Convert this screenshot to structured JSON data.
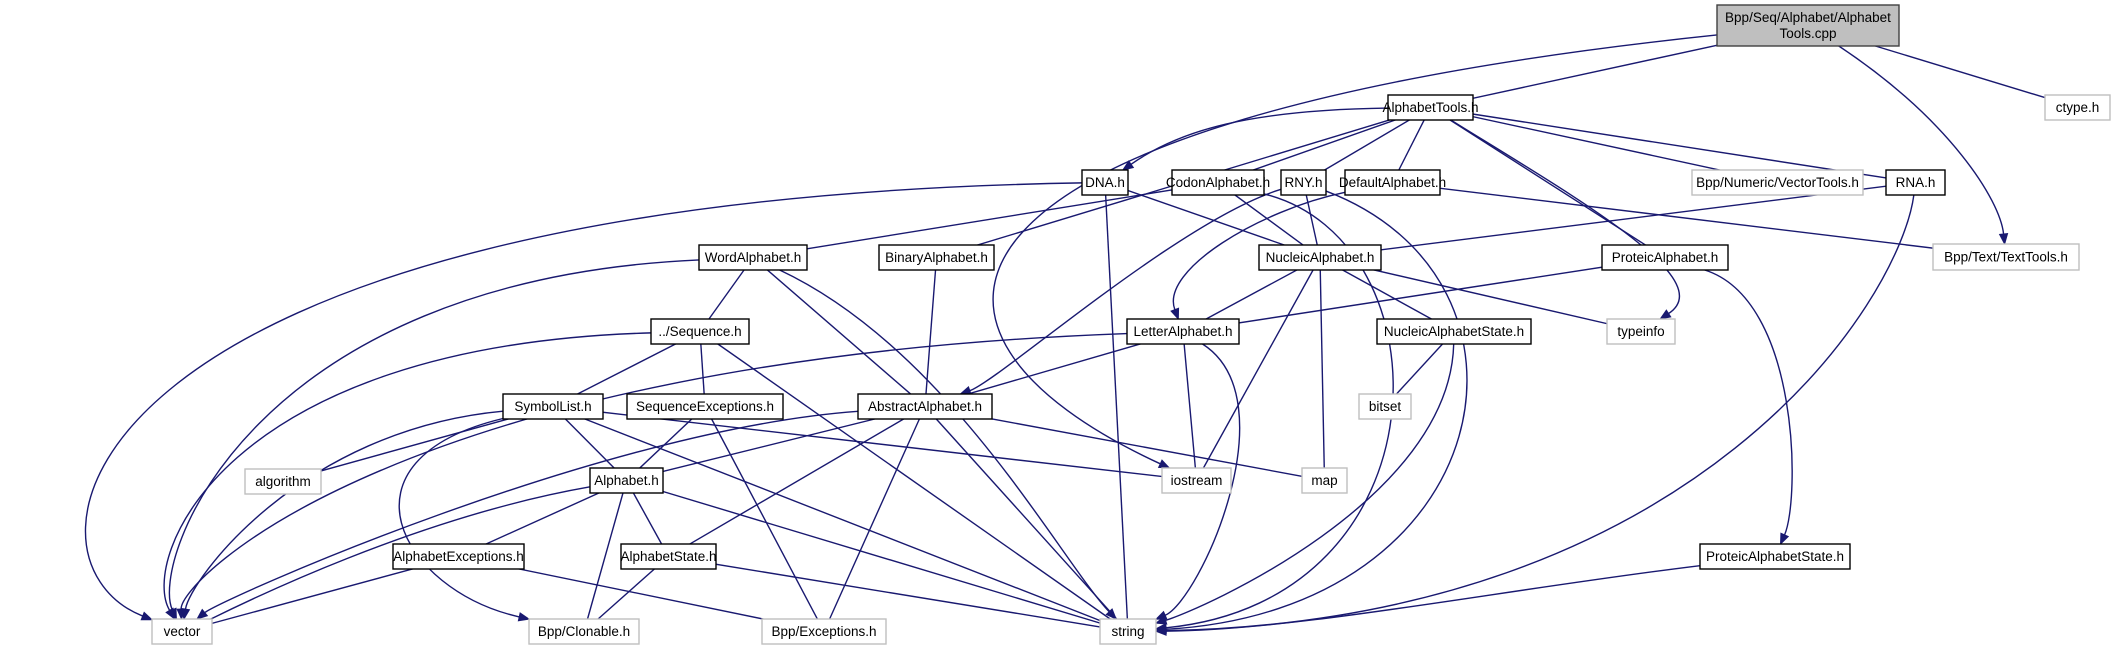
{
  "graph": {
    "title": "Include dependency graph for AlphabetTools.cpp",
    "colors": {
      "edge": "#191970",
      "root_fill": "#bfbfbf",
      "root_border": "#404040",
      "local_border": "#000000",
      "external_border": "#bfbfbf"
    },
    "nodes": [
      {
        "id": "root",
        "label": [
          "Bpp/Seq/Alphabet/Alphabet",
          "Tools.cpp"
        ],
        "kind": "root"
      },
      {
        "id": "alphabettools",
        "label": [
          "AlphabetTools.h"
        ],
        "kind": "local"
      },
      {
        "id": "ctype",
        "label": [
          "ctype.h"
        ],
        "kind": "external"
      },
      {
        "id": "dna",
        "label": [
          "DNA.h"
        ],
        "kind": "local"
      },
      {
        "id": "codon",
        "label": [
          "CodonAlphabet.h"
        ],
        "kind": "local"
      },
      {
        "id": "rny",
        "label": [
          "RNY.h"
        ],
        "kind": "local"
      },
      {
        "id": "default",
        "label": [
          "DefaultAlphabet.h"
        ],
        "kind": "local"
      },
      {
        "id": "vectortools",
        "label": [
          "Bpp/Numeric/VectorTools.h"
        ],
        "kind": "external"
      },
      {
        "id": "rna",
        "label": [
          "RNA.h"
        ],
        "kind": "local"
      },
      {
        "id": "word",
        "label": [
          "WordAlphabet.h"
        ],
        "kind": "local"
      },
      {
        "id": "binary",
        "label": [
          "BinaryAlphabet.h"
        ],
        "kind": "local"
      },
      {
        "id": "nucleic",
        "label": [
          "NucleicAlphabet.h"
        ],
        "kind": "local"
      },
      {
        "id": "proteic",
        "label": [
          "ProteicAlphabet.h"
        ],
        "kind": "local"
      },
      {
        "id": "texttools",
        "label": [
          "Bpp/Text/TextTools.h"
        ],
        "kind": "external"
      },
      {
        "id": "sequence",
        "label": [
          "../Sequence.h"
        ],
        "kind": "local"
      },
      {
        "id": "letter",
        "label": [
          "LetterAlphabet.h"
        ],
        "kind": "local"
      },
      {
        "id": "nucleicstate",
        "label": [
          "NucleicAlphabetState.h"
        ],
        "kind": "local"
      },
      {
        "id": "typeinfo",
        "label": [
          "typeinfo"
        ],
        "kind": "external"
      },
      {
        "id": "symbollist",
        "label": [
          "SymbolList.h"
        ],
        "kind": "local"
      },
      {
        "id": "seqexc",
        "label": [
          "SequenceExceptions.h"
        ],
        "kind": "local"
      },
      {
        "id": "abstract",
        "label": [
          "AbstractAlphabet.h"
        ],
        "kind": "local"
      },
      {
        "id": "bitset",
        "label": [
          "bitset"
        ],
        "kind": "external"
      },
      {
        "id": "algorithm",
        "label": [
          "algorithm"
        ],
        "kind": "external"
      },
      {
        "id": "alphabet",
        "label": [
          "Alphabet.h"
        ],
        "kind": "local"
      },
      {
        "id": "iostream",
        "label": [
          "iostream"
        ],
        "kind": "external"
      },
      {
        "id": "map",
        "label": [
          "map"
        ],
        "kind": "external"
      },
      {
        "id": "alphexc",
        "label": [
          "AlphabetExceptions.h"
        ],
        "kind": "local"
      },
      {
        "id": "alphstate",
        "label": [
          "AlphabetState.h"
        ],
        "kind": "local"
      },
      {
        "id": "proteicstate",
        "label": [
          "ProteicAlphabetState.h"
        ],
        "kind": "local"
      },
      {
        "id": "vector",
        "label": [
          "vector"
        ],
        "kind": "external"
      },
      {
        "id": "clonable",
        "label": [
          "Bpp/Clonable.h"
        ],
        "kind": "external"
      },
      {
        "id": "exceptions",
        "label": [
          "Bpp/Exceptions.h"
        ],
        "kind": "external"
      },
      {
        "id": "string",
        "label": [
          "string"
        ],
        "kind": "external"
      }
    ],
    "edges": [
      [
        "root",
        "alphabettools"
      ],
      [
        "root",
        "ctype"
      ],
      [
        "root",
        "texttools"
      ],
      [
        "root",
        "iostream"
      ],
      [
        "alphabettools",
        "dna"
      ],
      [
        "alphabettools",
        "codon"
      ],
      [
        "alphabettools",
        "rny"
      ],
      [
        "alphabettools",
        "default"
      ],
      [
        "alphabettools",
        "vectortools"
      ],
      [
        "alphabettools",
        "rna"
      ],
      [
        "alphabettools",
        "binary"
      ],
      [
        "alphabettools",
        "proteic"
      ],
      [
        "alphabettools",
        "typeinfo"
      ],
      [
        "dna",
        "nucleic"
      ],
      [
        "dna",
        "vector"
      ],
      [
        "dna",
        "string"
      ],
      [
        "codon",
        "word"
      ],
      [
        "codon",
        "nucleic"
      ],
      [
        "codon",
        "string"
      ],
      [
        "rny",
        "nucleic"
      ],
      [
        "rny",
        "abstract"
      ],
      [
        "rny",
        "string"
      ],
      [
        "default",
        "letter"
      ],
      [
        "default",
        "texttools"
      ],
      [
        "rna",
        "nucleic"
      ],
      [
        "rna",
        "string"
      ],
      [
        "word",
        "sequence"
      ],
      [
        "word",
        "abstract"
      ],
      [
        "word",
        "vector"
      ],
      [
        "word",
        "string"
      ],
      [
        "binary",
        "abstract"
      ],
      [
        "nucleic",
        "letter"
      ],
      [
        "nucleic",
        "nucleicstate"
      ],
      [
        "nucleic",
        "typeinfo"
      ],
      [
        "nucleic",
        "map"
      ],
      [
        "nucleic",
        "iostream"
      ],
      [
        "proteic",
        "letter"
      ],
      [
        "proteic",
        "proteicstate"
      ],
      [
        "sequence",
        "symbollist"
      ],
      [
        "sequence",
        "seqexc"
      ],
      [
        "sequence",
        "vector"
      ],
      [
        "sequence",
        "string"
      ],
      [
        "letter",
        "abstract"
      ],
      [
        "letter",
        "iostream"
      ],
      [
        "letter",
        "string"
      ],
      [
        "letter",
        "vector"
      ],
      [
        "nucleicstate",
        "bitset"
      ],
      [
        "nucleicstate",
        "string"
      ],
      [
        "symbollist",
        "alphabet"
      ],
      [
        "symbollist",
        "algorithm"
      ],
      [
        "symbollist",
        "vector"
      ],
      [
        "symbollist",
        "clonable"
      ],
      [
        "symbollist",
        "iostream"
      ],
      [
        "symbollist",
        "string"
      ],
      [
        "seqexc",
        "alphabet"
      ],
      [
        "seqexc",
        "exceptions"
      ],
      [
        "abstract",
        "alphabet"
      ],
      [
        "abstract",
        "alphstate"
      ],
      [
        "abstract",
        "exceptions"
      ],
      [
        "abstract",
        "string"
      ],
      [
        "abstract",
        "vector"
      ],
      [
        "abstract",
        "map"
      ],
      [
        "alphabet",
        "alphexc"
      ],
      [
        "alphabet",
        "alphstate"
      ],
      [
        "alphabet",
        "clonable"
      ],
      [
        "alphabet",
        "vector"
      ],
      [
        "alphabet",
        "string"
      ],
      [
        "alphexc",
        "vector"
      ],
      [
        "alphexc",
        "exceptions"
      ],
      [
        "alphstate",
        "clonable"
      ],
      [
        "alphstate",
        "string"
      ],
      [
        "proteicstate",
        "string"
      ]
    ]
  }
}
